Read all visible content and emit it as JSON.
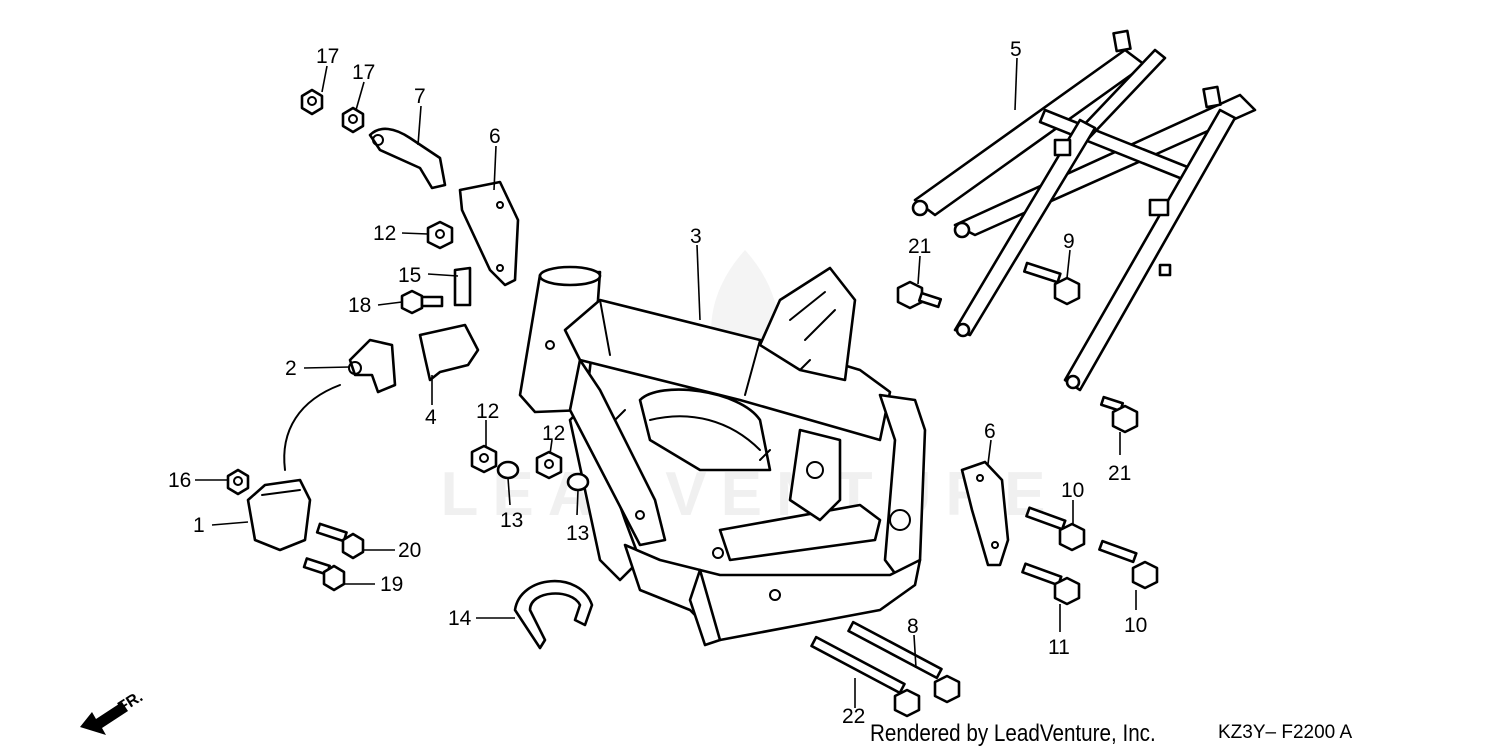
{
  "diagram": {
    "watermark": "LEADVENTURE",
    "direction_label": "FR.",
    "callouts": [
      "17",
      "17",
      "7",
      "6",
      "12",
      "15",
      "18",
      "2",
      "4",
      "1",
      "16",
      "20",
      "19",
      "12",
      "12",
      "13",
      "13",
      "14",
      "3",
      "5",
      "21",
      "9",
      "21",
      "6",
      "10",
      "10",
      "11",
      "8",
      "22"
    ],
    "credit": "Rendered by LeadVenture, Inc.",
    "code": "KZ3Y– F2200 A"
  }
}
